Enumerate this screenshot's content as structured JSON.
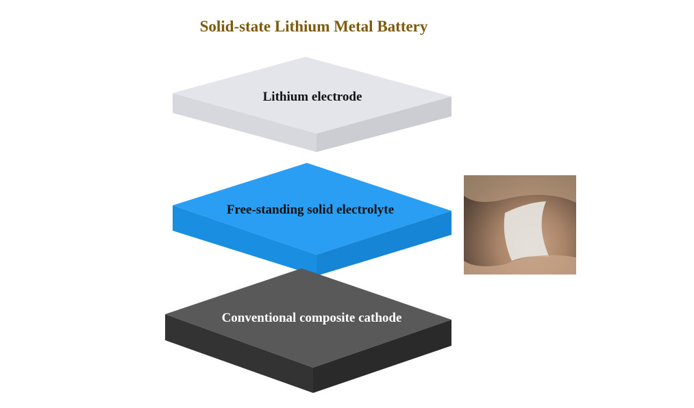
{
  "title": "Solid-state Lithium Metal Battery",
  "layers": [
    {
      "label": "Lithium electrode",
      "top": "#e4e5ea",
      "left": "#d6d8dd",
      "right": "#cbcdd3",
      "text": "#111111"
    },
    {
      "label": "Free-standing solid electrolyte",
      "top": "#2a9ef2",
      "left": "#1a8ee0",
      "right": "#1685d6",
      "text": "#111111"
    },
    {
      "label": "Conventional composite cathode",
      "top": "#595959",
      "left": "#333333",
      "right": "#2a2a2a",
      "text": "#ffffff"
    }
  ]
}
